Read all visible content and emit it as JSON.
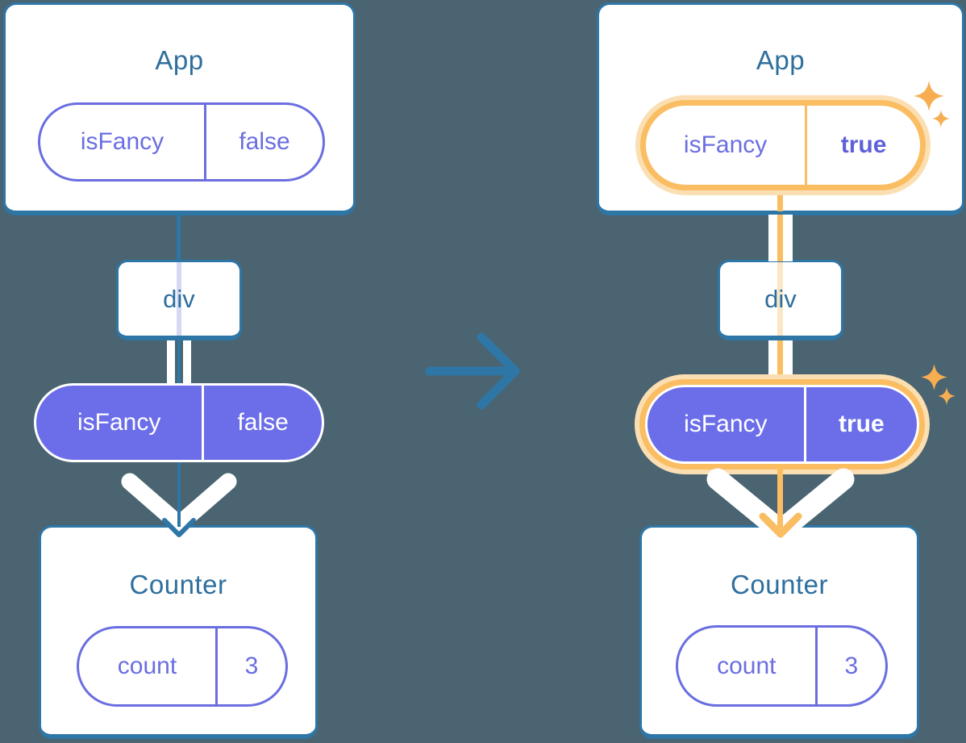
{
  "colors": {
    "background": "#4A6471",
    "card_fill": "#FFFFFF",
    "card_border": "#2E76A6",
    "title_text": "#2E6F9E",
    "purple_fill": "#6B6EE8",
    "purple_text": "#6A6EE0",
    "lavender_pass_line": "#D5D9F4",
    "highlight_orange": "#FABD62",
    "highlight_orange_halo": "#FBDFB2",
    "pale_orange_pass_line": "#FBE6C5",
    "sparkle_orange": "#F7AE52",
    "flow_white": "#FFFFFF"
  },
  "before_tree": {
    "app": {
      "title": "App",
      "prop_name": "isFancy",
      "prop_value": "false"
    },
    "div": {
      "label": "div"
    },
    "prop_pill": {
      "name": "isFancy",
      "value": "false"
    },
    "counter": {
      "title": "Counter",
      "state_name": "count",
      "state_value": "3"
    }
  },
  "after_tree": {
    "app": {
      "title": "App",
      "prop_name": "isFancy",
      "prop_value": "true"
    },
    "div": {
      "label": "div"
    },
    "prop_pill": {
      "name": "isFancy",
      "value": "true"
    },
    "counter": {
      "title": "Counter",
      "state_name": "count",
      "state_value": "3"
    }
  }
}
